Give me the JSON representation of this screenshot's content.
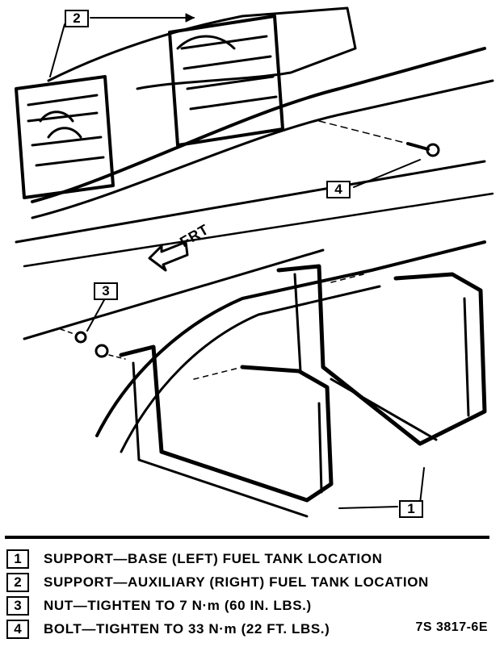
{
  "diagram": {
    "callouts": {
      "c1": "1",
      "c2": "2",
      "c3": "3",
      "c4": "4"
    },
    "frt_label": "FRT"
  },
  "legend": {
    "items": [
      {
        "num": "1",
        "text": "SUPPORT—BASE (LEFT) FUEL TANK LOCATION"
      },
      {
        "num": "2",
        "text": "SUPPORT—AUXILIARY (RIGHT) FUEL TANK LOCATION"
      },
      {
        "num": "3",
        "text": "NUT—TIGHTEN TO 7 N·m (60 IN. LBS.)"
      },
      {
        "num": "4",
        "text": "BOLT—TIGHTEN TO 33 N·m (22 FT. LBS.)"
      }
    ],
    "figure_code": "7S 3817-6E"
  }
}
